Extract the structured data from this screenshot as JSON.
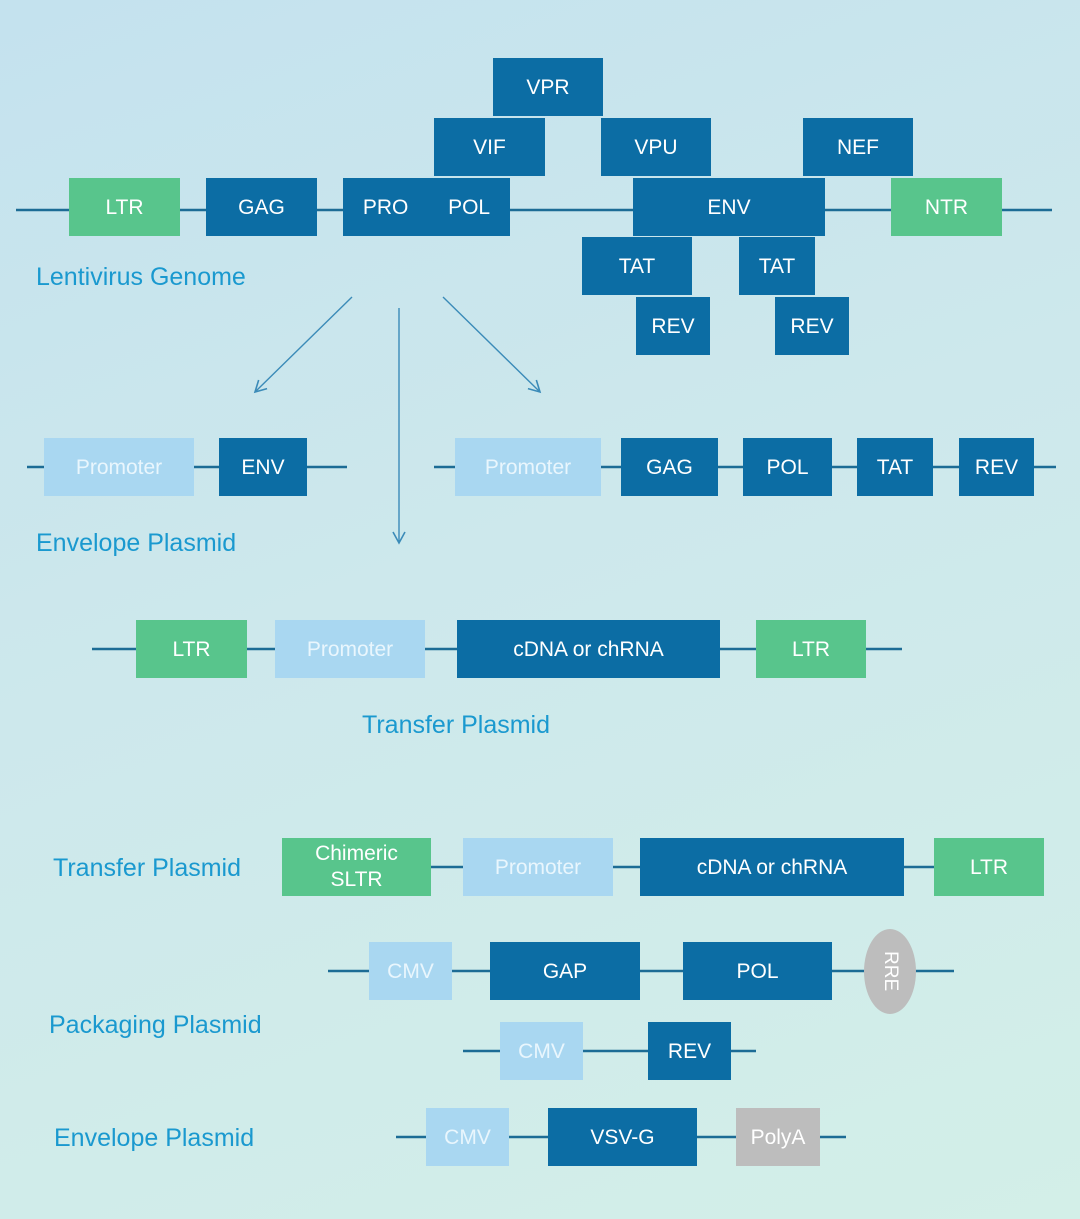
{
  "labels": {
    "lentivirus_genome": "Lentivirus Genome",
    "envelope_plasmid_1": "Envelope Plasmid",
    "transfer_plasmid_1": "Transfer Plasmid",
    "transfer_plasmid_2": "Transfer Plasmid",
    "packaging_plasmid": "Packaging Plasmid",
    "envelope_plasmid_2": "Envelope Plasmid"
  },
  "genome": {
    "vpr": "VPR",
    "vif": "VIF",
    "vpu": "VPU",
    "nef": "NEF",
    "ltr": "LTR",
    "gag": "GAG",
    "pro": "PRO",
    "pol": "POL",
    "env": "ENV",
    "ntr": "NTR",
    "tat_1": "TAT",
    "tat_2": "TAT",
    "rev_1": "REV",
    "rev_2": "REV"
  },
  "envelope_plasmid_1": {
    "promoter": "Promoter",
    "env": "ENV"
  },
  "packaging_row_1": {
    "promoter": "Promoter",
    "gag": "GAG",
    "pol": "POL",
    "tat": "TAT",
    "rev": "REV"
  },
  "transfer_plasmid_1": {
    "ltr_left": "LTR",
    "promoter": "Promoter",
    "cdna": "cDNA or chRNA",
    "ltr_right": "LTR"
  },
  "transfer_plasmid_2": {
    "chimeric": "Chimeric\nSLTR",
    "promoter": "Promoter",
    "cdna": "cDNA or chRNA",
    "ltr": "LTR"
  },
  "packaging_plasmid": {
    "row1": {
      "cmv": "CMV",
      "gap": "GAP",
      "pol": "POL",
      "rre": "RRE"
    },
    "row2": {
      "cmv": "CMV",
      "rev": "REV"
    }
  },
  "envelope_plasmid_2": {
    "cmv": "CMV",
    "vsvg": "VSV-G",
    "polya": "PolyA"
  },
  "colors": {
    "dark_box": "#0c6da4",
    "green_box": "#58c58c",
    "light_box": "#a9d7f1",
    "grey_box": "#bdbdbd",
    "label_text": "#1a99cf",
    "line": "#1c6c95",
    "arrow": "#3b8bb8"
  }
}
